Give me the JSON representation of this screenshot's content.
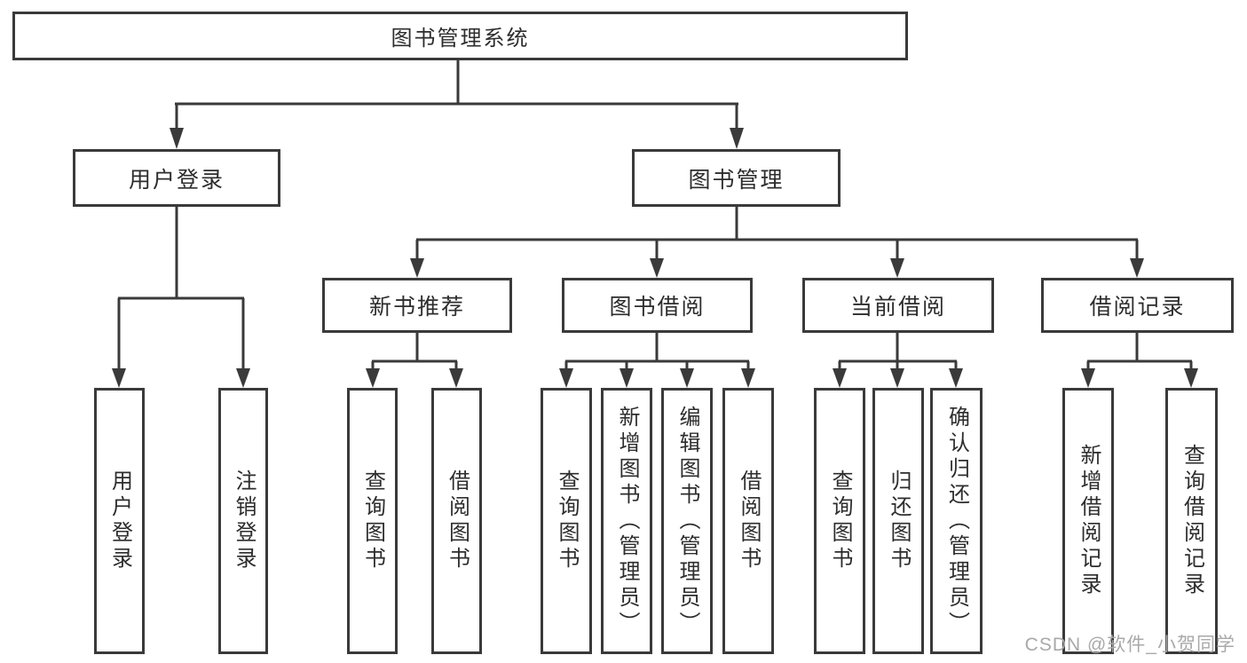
{
  "nodes": {
    "root": {
      "label": "图书管理系统"
    },
    "user_login": {
      "label": "用户登录"
    },
    "book_mgmt": {
      "label": "图书管理"
    },
    "new_book_rec": {
      "label": "新书推荐"
    },
    "book_borrow": {
      "label": "图书借阅"
    },
    "current_borrow": {
      "label": "当前借阅"
    },
    "borrow_records": {
      "label": "借阅记录"
    },
    "leaf_user_login": {
      "label": "用户登录"
    },
    "leaf_logout": {
      "label": "注销登录"
    },
    "leaf_rec_query_books": {
      "label": "查询图书"
    },
    "leaf_rec_borrow_books": {
      "label": "借阅图书"
    },
    "leaf_bb_query_books": {
      "label": "查询图书"
    },
    "leaf_bb_add_books": {
      "label": "新增图书（管理员）"
    },
    "leaf_bb_edit_books": {
      "label": "编辑图书（管理员）"
    },
    "leaf_bb_borrow_books": {
      "label": "借阅图书"
    },
    "leaf_cb_query_books": {
      "label": "查询图书"
    },
    "leaf_cb_return_books": {
      "label": "归还图书"
    },
    "leaf_cb_confirm_return": {
      "label": "确认归还（管理员）"
    },
    "leaf_br_add_record": {
      "label": "新增借阅记录"
    },
    "leaf_br_query_record": {
      "label": "查询借阅记录"
    }
  },
  "colors": {
    "line": "#3a3a3a",
    "text": "#2d2d2d",
    "watermark": "#a9a9a9",
    "background": "#ffffff"
  },
  "watermark": {
    "text": "CSDN @软件_小贺同学"
  }
}
